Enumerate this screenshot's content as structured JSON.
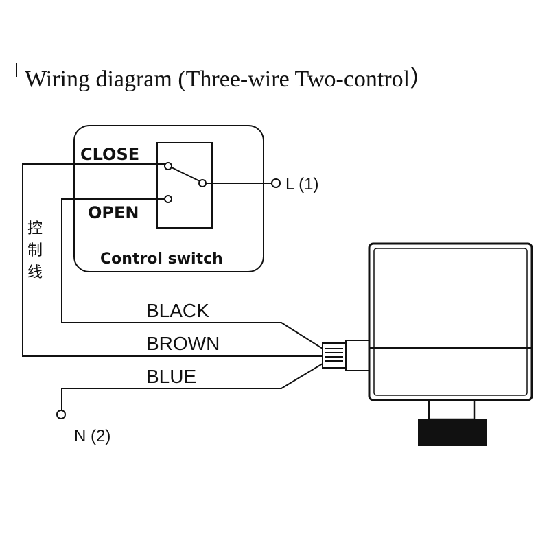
{
  "title": "Wiring diagram (Three-wire Two-control）",
  "switch": {
    "close_label": "CLOSE",
    "open_label": "OPEN",
    "caption": "Control switch"
  },
  "terminals": {
    "live": "L (1)",
    "neutral": "N (2)"
  },
  "control_wire_label": [
    "控",
    "制",
    "线"
  ],
  "wires": {
    "black": "BLACK",
    "brown": "BROWN",
    "blue": "BLUE"
  }
}
